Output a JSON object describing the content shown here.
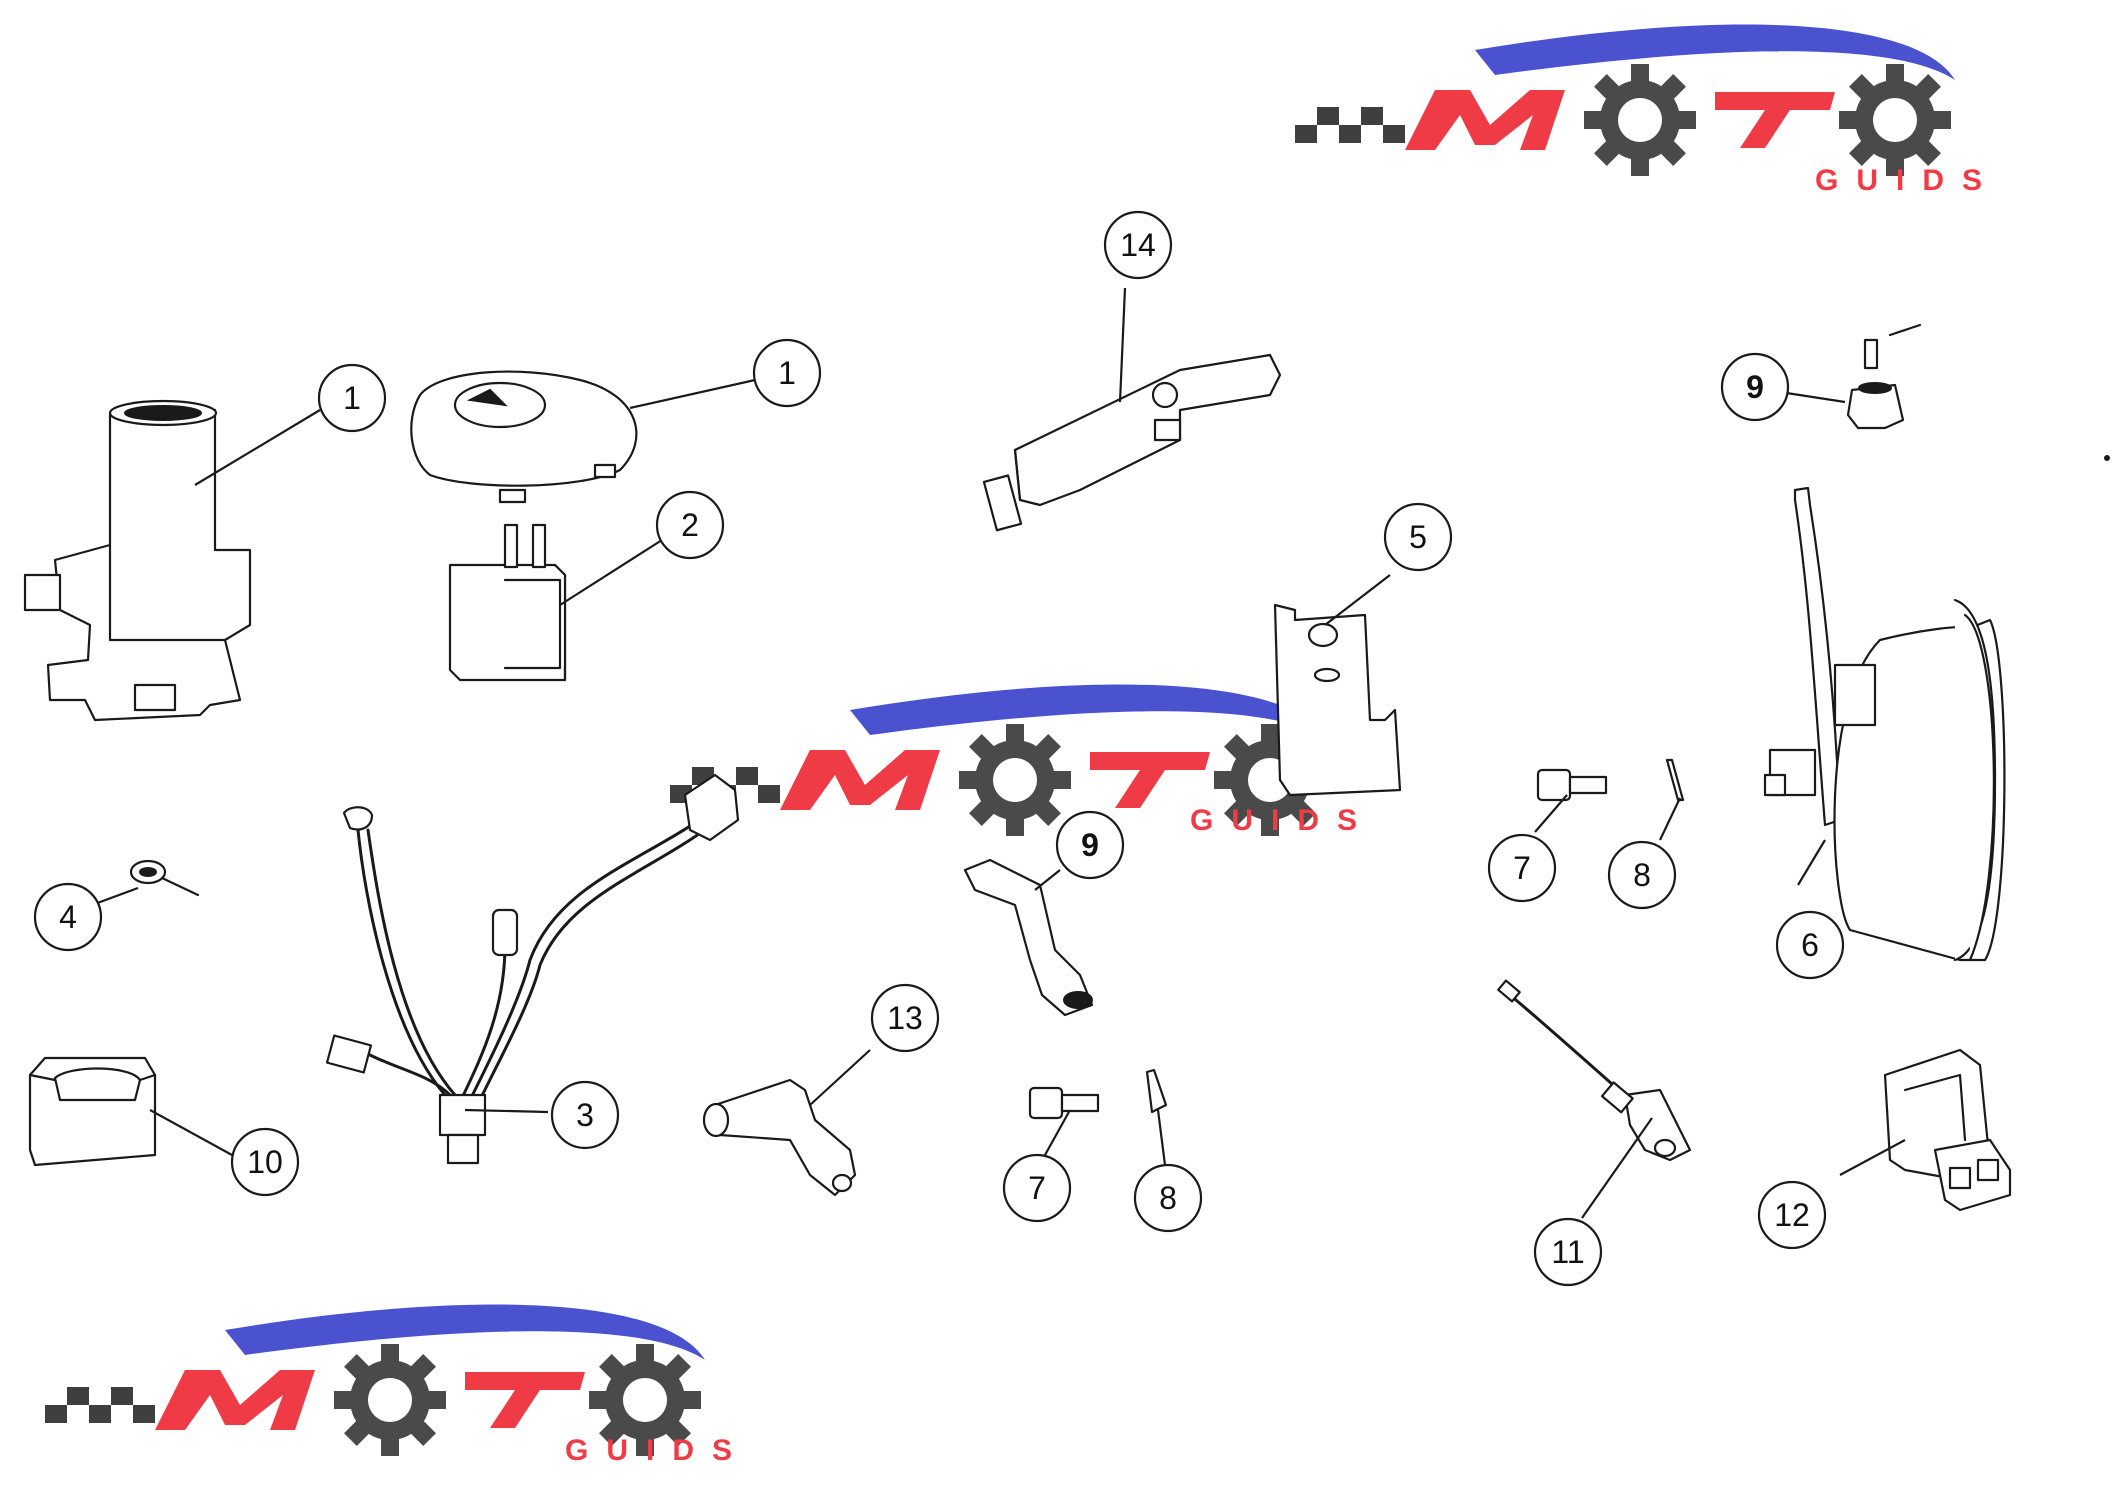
{
  "diagram": {
    "callouts": [
      {
        "id": "c1a",
        "number": "1"
      },
      {
        "id": "c1b",
        "number": "1"
      },
      {
        "id": "c2",
        "number": "2"
      },
      {
        "id": "c3",
        "number": "3"
      },
      {
        "id": "c4",
        "number": "4"
      },
      {
        "id": "c5",
        "number": "5"
      },
      {
        "id": "c6",
        "number": "6"
      },
      {
        "id": "c7a",
        "number": "7"
      },
      {
        "id": "c7b",
        "number": "7"
      },
      {
        "id": "c8a",
        "number": "8"
      },
      {
        "id": "c8b",
        "number": "8"
      },
      {
        "id": "c9a",
        "number": "9"
      },
      {
        "id": "c9b",
        "number": "9"
      },
      {
        "id": "c10",
        "number": "10"
      },
      {
        "id": "c11",
        "number": "11"
      },
      {
        "id": "c12",
        "number": "12"
      },
      {
        "id": "c13",
        "number": "13"
      },
      {
        "id": "c14",
        "number": "14"
      }
    ]
  },
  "watermark": {
    "word_main": "MOTO",
    "word_sub": "GUIDS",
    "colors": {
      "red": "#ef3b45",
      "blue": "#4b52d0",
      "gray": "#4a4a4a"
    }
  },
  "colors": {
    "line": "#1a1a1a",
    "background": "#ffffff"
  }
}
